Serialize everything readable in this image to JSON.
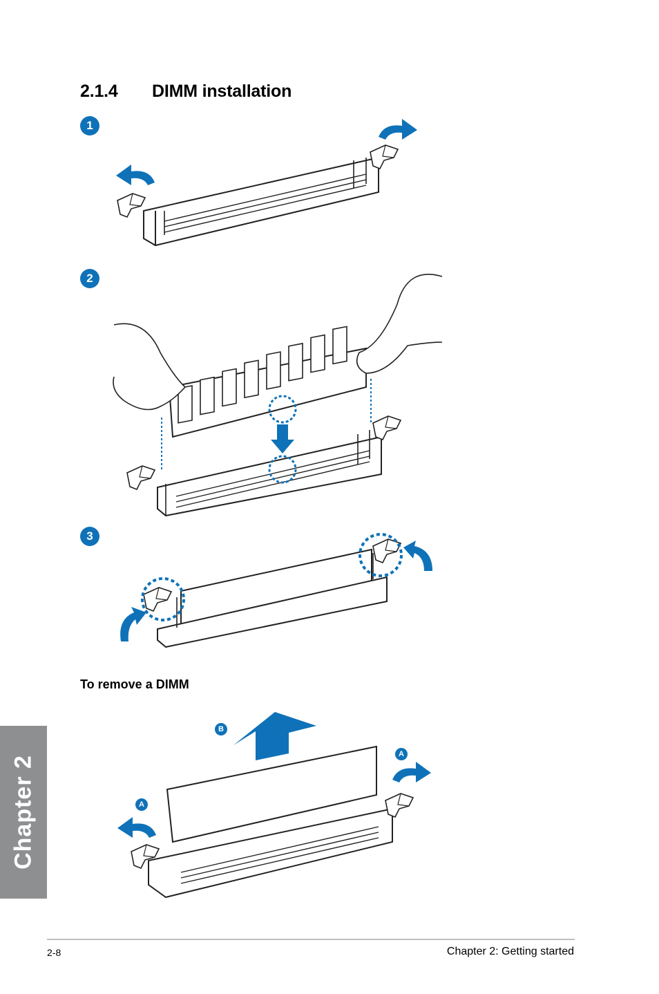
{
  "section": {
    "number": "2.1.4",
    "title": "DIMM installation"
  },
  "steps": [
    "1",
    "2",
    "3"
  ],
  "remove": {
    "heading": "To remove a DIMM",
    "labels": {
      "release": "A",
      "lift": "B"
    }
  },
  "side_tab": {
    "label": "Chapter 2"
  },
  "footer": {
    "page": "2-8",
    "chapter": "Chapter 2: Getting started"
  },
  "colors": {
    "accent": "#0f72b8",
    "tab": "#8e8f91"
  }
}
